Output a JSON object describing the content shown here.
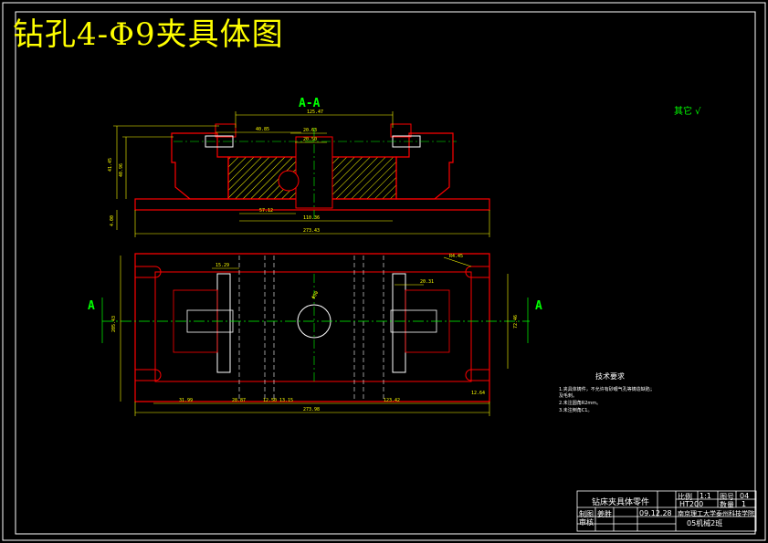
{
  "title": "钻孔4-Φ9夹具体图",
  "section_labels": {
    "section": "A-A",
    "cut_left": "A",
    "cut_right": "A"
  },
  "rest_roughness": "其它 √",
  "dimensions": {
    "top_width": "125.47",
    "top_left": "40.85",
    "top_center_1": "20.63",
    "top_center_2": "20.50",
    "left_height_1": "41.45",
    "left_height_2": "40.96",
    "base_height": "4.00",
    "inner_bottom": "57.12",
    "inner_width": "110.36",
    "overall_width": "273.43",
    "plan_top_left": "15.29",
    "plan_hole": "R4.45",
    "plan_top_right": "20.31",
    "plan_center_hole": "Φ50",
    "plan_left_height": "205.43",
    "plan_right_height": "72.46",
    "plan_b1": "31.99",
    "plan_b2": "28.87",
    "plan_b3": "12.50",
    "plan_b4": "13.15",
    "plan_b5": "123.42",
    "plan_b6": "12.64",
    "plan_overall": "273.98"
  },
  "tech_requirements": {
    "title": "技术要求",
    "notes": [
      "1.夹具体铸件，不允许有砂眼气孔等铸造缺陷；",
      "及毛刺。",
      "2.未注圆角R2mm。",
      "3.未注倒角C1。"
    ]
  },
  "title_block": {
    "name": "钻床夹具体零件",
    "scale_label": "比例",
    "scale": "1:1",
    "sheet_label": "图号",
    "sheet": "04",
    "count_label": "数量",
    "count": "1",
    "material": "HT200",
    "designer_label": "制图",
    "designer": "姜胜",
    "date": "09.12.28",
    "checker_label": "审核",
    "school": "南京理工大学泰州科技学院",
    "class": "05机械2班"
  },
  "colors": {
    "frame": "#ffffff",
    "outline": "#ff0000",
    "dimension": "#ffff00",
    "text": "#00ff00",
    "hatch": "#ffff00",
    "center": "#00ff00"
  }
}
